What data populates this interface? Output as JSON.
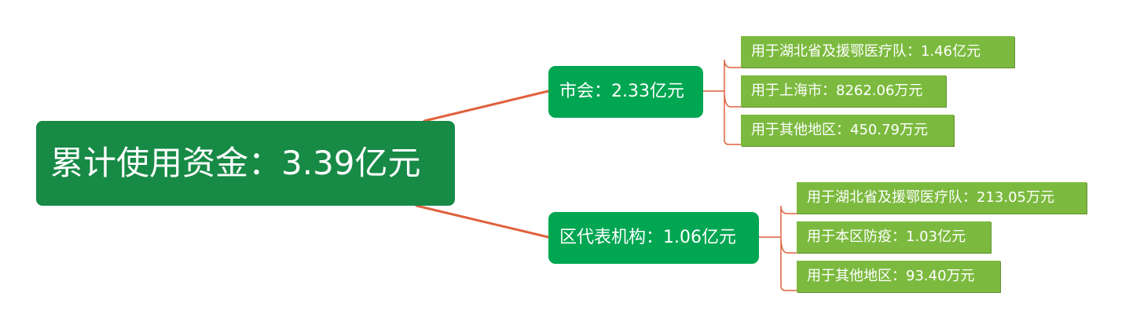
{
  "colors": {
    "root": "#178a46",
    "branch": "#00a651",
    "leaf": "#7cba3f",
    "connector": "#e0613d"
  },
  "root": {
    "label": "累计使用资金：3.39亿元"
  },
  "branches": [
    {
      "label": "市会：2.33亿元",
      "children": [
        "用于湖北省及援鄂医疗队：1.46亿元",
        "用于上海市：8262.06万元",
        "用于其他地区：450.79万元"
      ]
    },
    {
      "label": "区代表机构：1.06亿元",
      "children": [
        "用于湖北省及援鄂医疗队：213.05万元",
        "用于本区防疫：1.03亿元",
        "用于其他地区：93.40万元"
      ]
    }
  ]
}
